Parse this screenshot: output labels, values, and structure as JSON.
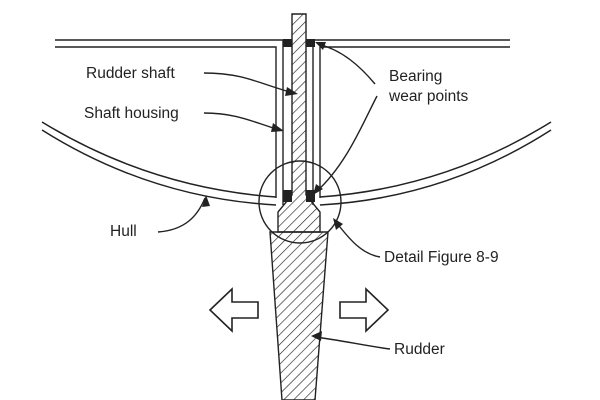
{
  "labels": {
    "rudder_shaft": "Rudder shaft",
    "shaft_housing": "Shaft housing",
    "bearing_line1": "Bearing",
    "bearing_line2": "wear points",
    "hull": "Hull",
    "detail": "Detail Figure 8-9",
    "rudder": "Rudder"
  },
  "colors": {
    "line": "#222222",
    "background": "#ffffff"
  },
  "icons": {
    "left": "arrow-left-outline-icon",
    "right": "arrow-right-outline-icon"
  }
}
